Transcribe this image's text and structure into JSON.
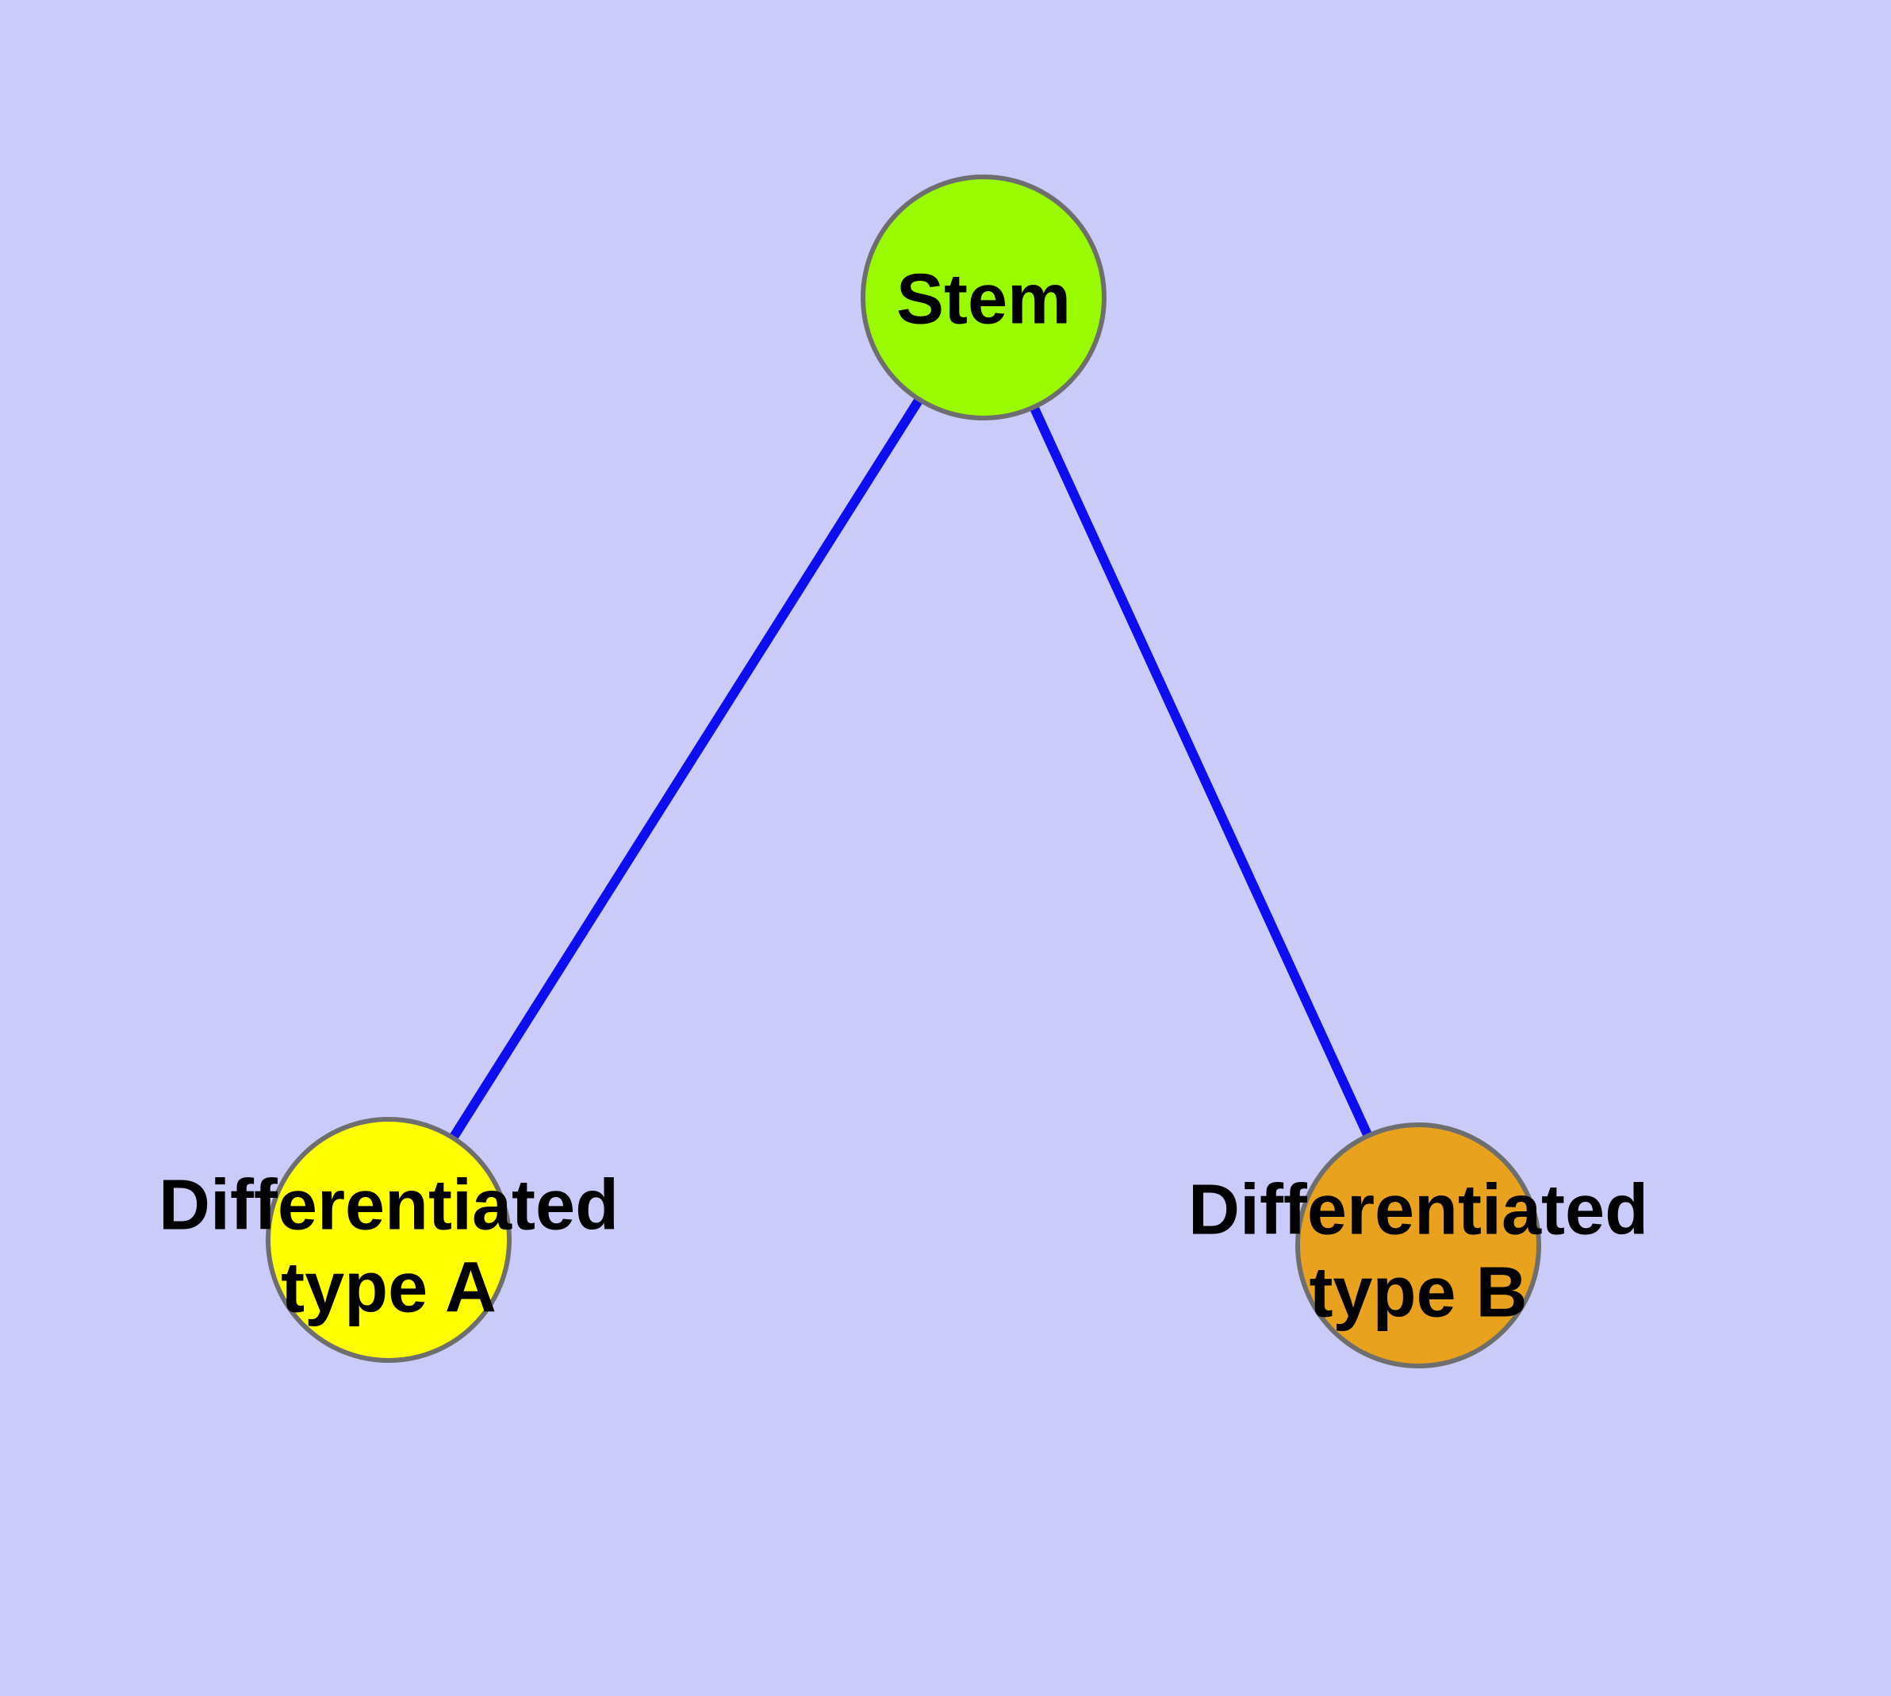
{
  "diagram": {
    "background_color": "#cbcbfa",
    "edge_color": "#0d0def",
    "node_border_color": "#6e6e6e",
    "label_color": "#000000",
    "nodes": [
      {
        "id": "stem",
        "label": "Stem",
        "fill_color": "#9afb00"
      },
      {
        "id": "differentiated-type-a",
        "label_line1": "Differentiated",
        "label_line2": "type A",
        "fill_color": "#ffff00"
      },
      {
        "id": "differentiated-type-b",
        "label_line1": "Differentiated",
        "label_line2": "type B",
        "fill_color": "#e8a21e"
      }
    ],
    "edges": [
      {
        "from": "Stem",
        "to": "Differentiated type A"
      },
      {
        "from": "Stem",
        "to": "Differentiated type B"
      }
    ]
  }
}
